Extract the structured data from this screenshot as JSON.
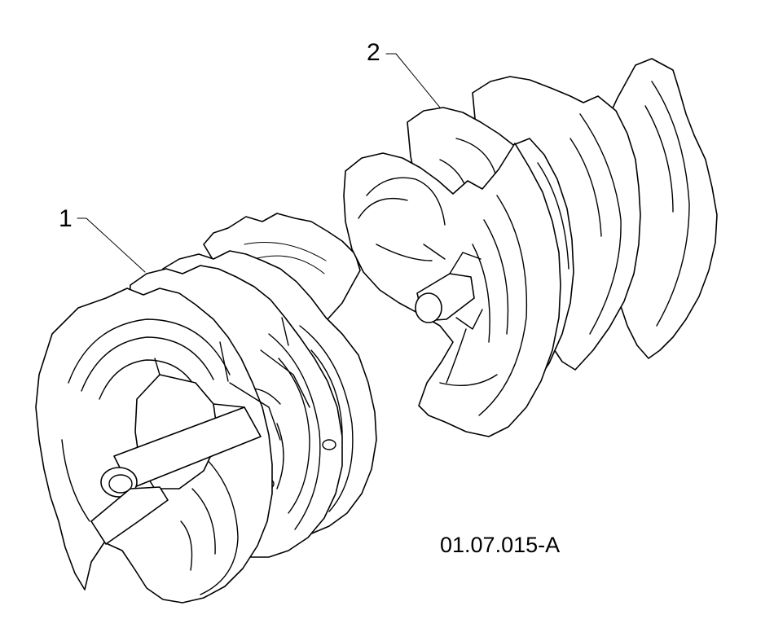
{
  "callouts": [
    {
      "number": "1"
    },
    {
      "number": "2"
    }
  ],
  "drawing_code": "01.07.015-A",
  "colors": {
    "line": "#000000",
    "background": "#ffffff"
  }
}
